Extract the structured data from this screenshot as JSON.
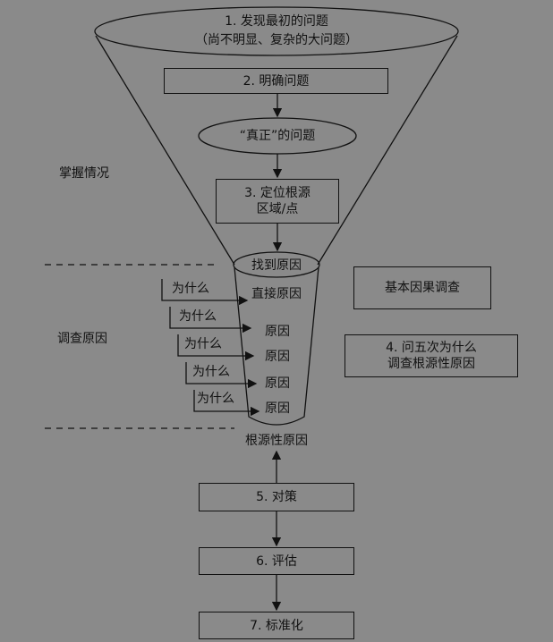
{
  "funnel": {
    "step1_line1": "1. 发现最初的问题",
    "step1_line2": "（尚不明显、复杂的大问题）",
    "step2": "2. 明确问题",
    "real_problem": "“真正”的问题",
    "step3_line1": "3. 定位根源",
    "step3_line2": "区域/点",
    "find_cause": "找到原因",
    "direct_cause": "直接原因",
    "causes": [
      "原因",
      "原因",
      "原因",
      "原因"
    ],
    "root_cause": "根源性原因",
    "step5": "5. 对策",
    "step6": "6. 评估",
    "step7": "7. 标准化"
  },
  "left_labels": {
    "grasp": "掌握情况",
    "investigate": "调查原因"
  },
  "whys": [
    "为什么",
    "为什么",
    "为什么",
    "为什么",
    "为什么"
  ],
  "right_boxes": {
    "basic": "基本因果调查",
    "step4_line1": "4. 问五次为什么",
    "step4_line2": "调查根源性原因"
  },
  "colors": {
    "background": "#8a8a8a",
    "line": "#111111"
  }
}
